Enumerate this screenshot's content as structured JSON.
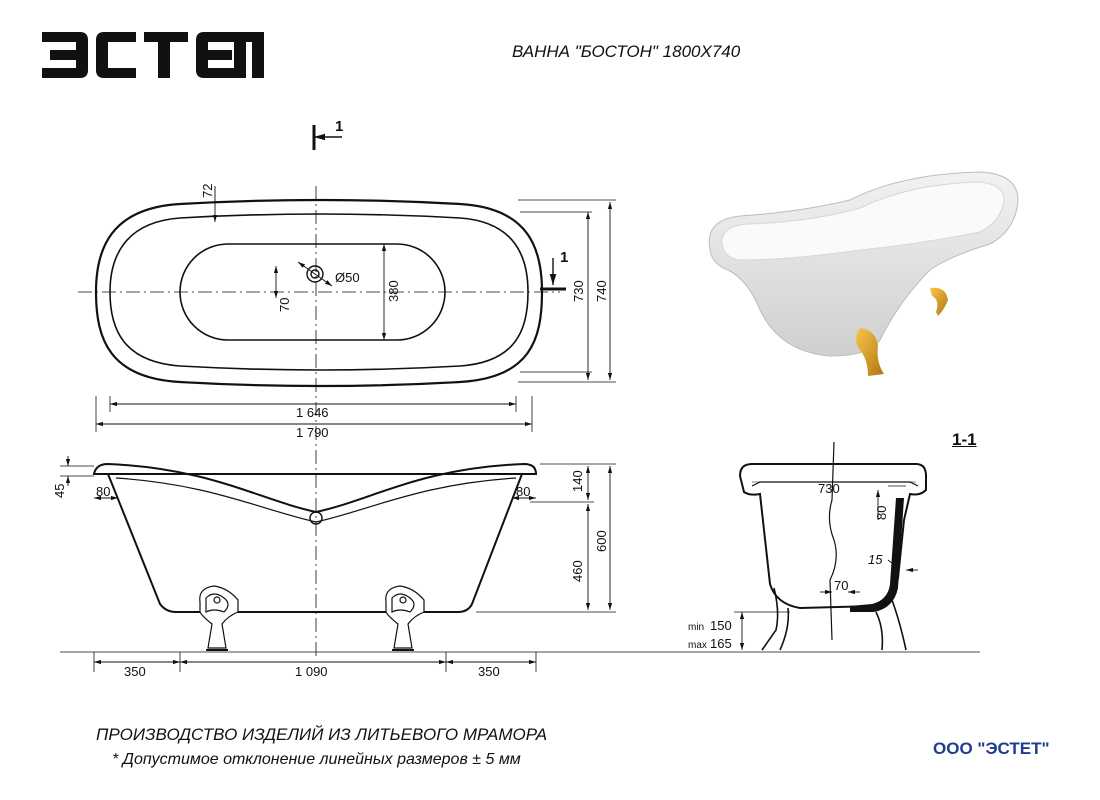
{
  "brand": {
    "logo_text": "ЭСТЕТ",
    "company": "ООО \"ЭСТЕТ\""
  },
  "title": "ВАННА \"БОСТОН\" 1800X740",
  "section_marks": {
    "top": "1",
    "right": "1",
    "section": "1-1"
  },
  "plan_dims": {
    "rim": "72",
    "drain": "Ø50",
    "offset": "70",
    "inner_width": "380",
    "inner_width_outer": "730",
    "outer_width": "740",
    "inner_length": "1 646",
    "outer_length": "1 790"
  },
  "elev_dims": {
    "lip": "45",
    "left_overhang": "80",
    "right_overhang": "80",
    "top_band": "140",
    "body_h": "460",
    "total_h": "600",
    "left_leg": "350",
    "leg_span": "1 090",
    "right_leg": "350"
  },
  "section_dims": {
    "width": "730",
    "wall": "80",
    "wall_thk": "15",
    "floor": "70",
    "min_label": "min",
    "min_value": "150",
    "max_label": "max",
    "max_value": "165"
  },
  "footer": {
    "line1": "ПРОИЗВОДСТВО ИЗДЕЛИЙ ИЗ ЛИТЬЕВОГО МРАМОРА",
    "line2": "* Допустимое отклонение линейных размеров ± 5 мм"
  },
  "colors": {
    "line": "#111111",
    "brand_blue": "#1f3d8f",
    "gold": "#d99a1c"
  }
}
